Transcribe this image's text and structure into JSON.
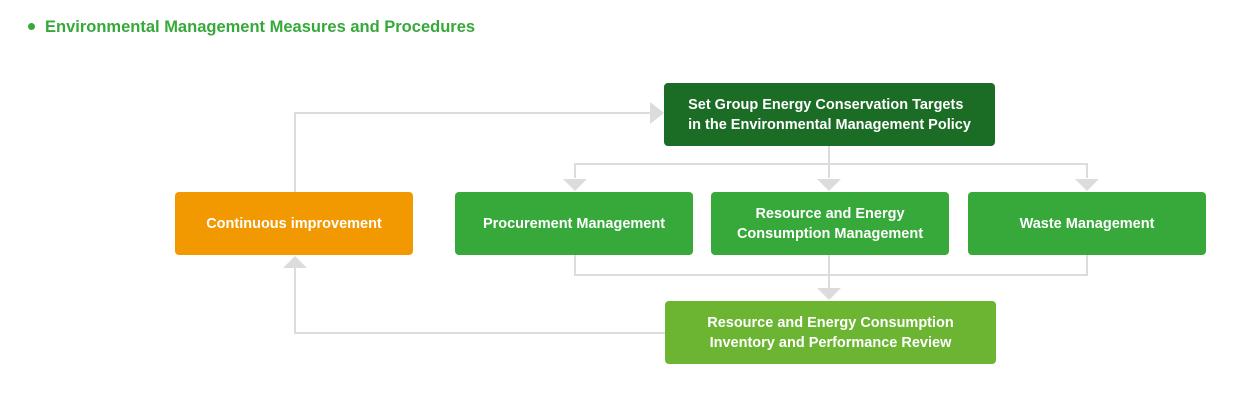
{
  "heading": "Environmental Management Measures and Procedures",
  "colors": {
    "heading": "#36a93a",
    "targets_box": "#1b6d25",
    "continuous_box": "#f29800",
    "management_boxes": "#36a93a",
    "review_box": "#6bb533",
    "connector": "#dcdcdc"
  },
  "boxes": {
    "targets": "Set Group Energy Conservation Targets\nin the Environmental Management Policy",
    "continuous": "Continuous improvement",
    "procurement": "Procurement Management",
    "resource": "Resource and Energy\nConsumption Management",
    "waste": "Waste Management",
    "review": "Resource and Energy Consumption\nInventory and Performance Review"
  }
}
